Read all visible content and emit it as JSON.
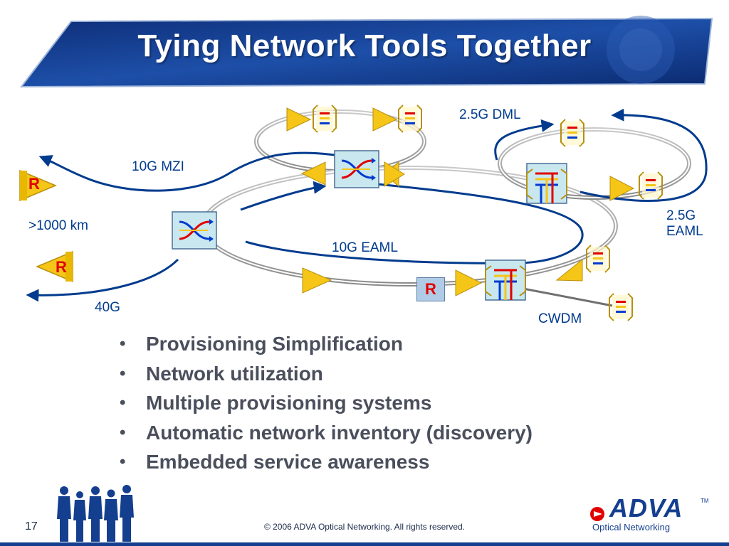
{
  "slide": {
    "title": "Tying Network Tools Together",
    "page_number": "17",
    "copyright": "© 2006 ADVA Optical Networking. All rights reserved."
  },
  "diagram": {
    "labels": {
      "dml": "2.5G DML",
      "mzi": "10G MZI",
      "distance": ">1000 km",
      "eaml_10g": "10G EAML",
      "eaml_25g_line1": "2.5G",
      "eaml_25g_line2": "EAML",
      "g40": "40G",
      "cwdm": "CWDM"
    },
    "router_label": "R"
  },
  "bullets": [
    "Provisioning Simplification",
    "Network utilization",
    "Multiple provisioning systems",
    "Automatic network inventory (discovery)",
    "Embedded service awareness"
  ],
  "logo": {
    "word": "ADVA",
    "tm": "TM",
    "subtitle": "Optical Networking"
  },
  "colors": {
    "banner": "#143f8f",
    "label": "#003b8e",
    "router_red": "#e00000",
    "amplifier": "#f5c518",
    "bullet_text": "#4a4f5c"
  },
  "icons": [
    "people-silhouettes-icon",
    "adva-arrow-icon"
  ]
}
